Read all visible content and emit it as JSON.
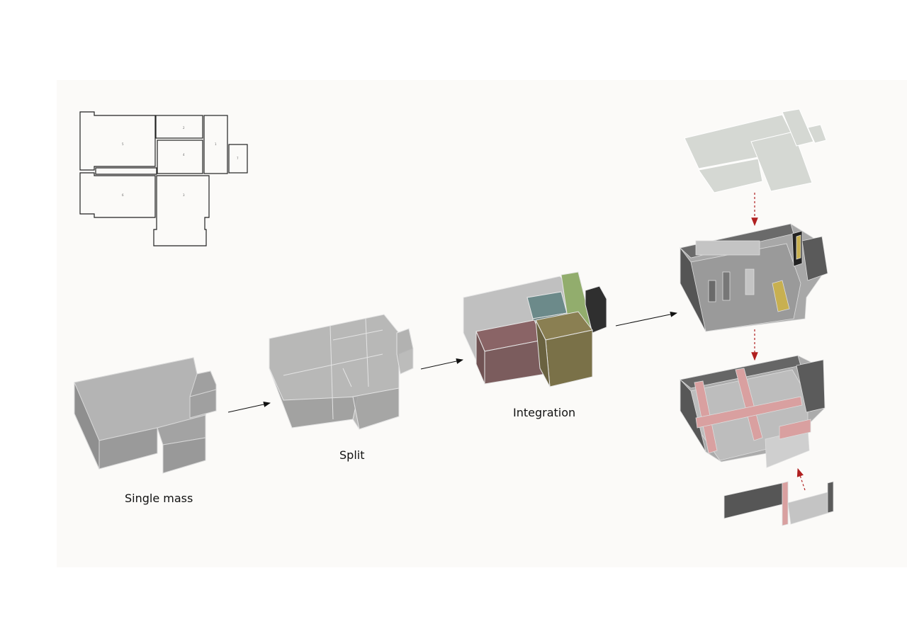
{
  "labels": {
    "single_mass": "Single mass",
    "split": "Split",
    "integration": "Integration"
  },
  "plan_room_numbers": [
    "5",
    "2",
    "4",
    "1",
    "7",
    "6",
    "3"
  ],
  "colors": {
    "panel_bg": "#fbfaf8",
    "mass_grey": "#a9a9a9",
    "room_red": "#7a5b5c",
    "room_teal": "#5e7a7a",
    "room_green": "#8fa86b",
    "room_olive": "#7a7148",
    "room_black": "#2d2d2d",
    "beam_pink": "#d6a0a0",
    "arrow_red": "#b02020",
    "arrow_black": "#111111"
  }
}
